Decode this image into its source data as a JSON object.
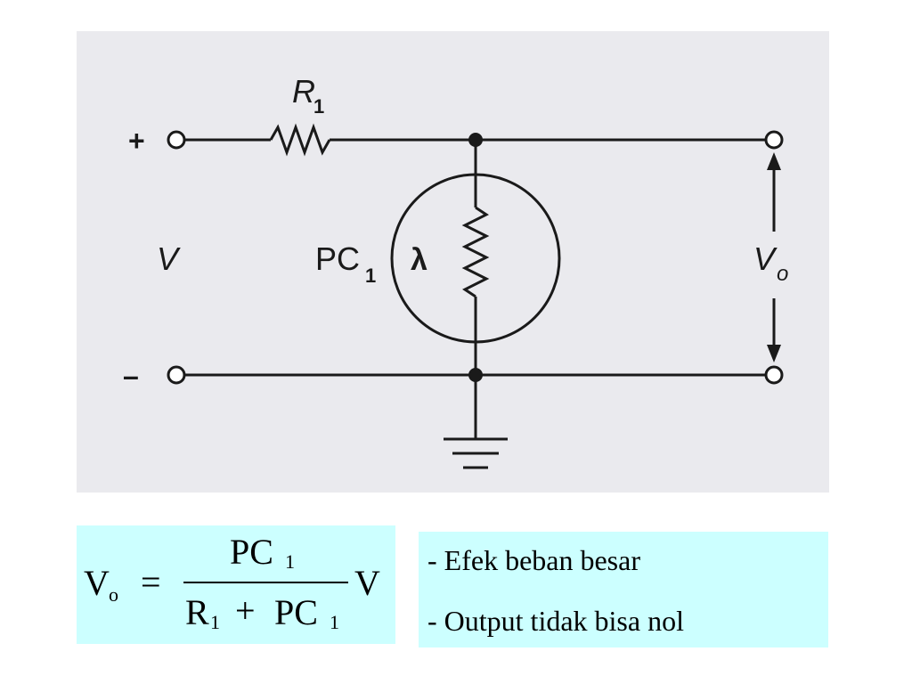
{
  "circuit": {
    "labels": {
      "plus": "+",
      "minus": "–",
      "input_voltage": "V",
      "resistor": "R",
      "resistor_sub": "1",
      "photocell": "PC",
      "photocell_sub": "1",
      "lambda": "λ",
      "output_voltage": "V",
      "output_sub": "o"
    }
  },
  "formula": {
    "lhs": "V",
    "lhs_sub": "o",
    "equals": "=",
    "num": "PC",
    "num_sub": "1",
    "den_r": "R",
    "den_r_sub": "1",
    "den_plus": "+",
    "den_pc": "PC",
    "den_pc_sub": "1",
    "rhs": "V"
  },
  "notes": [
    "- Efek beban besar",
    "- Output tidak bisa nol"
  ]
}
